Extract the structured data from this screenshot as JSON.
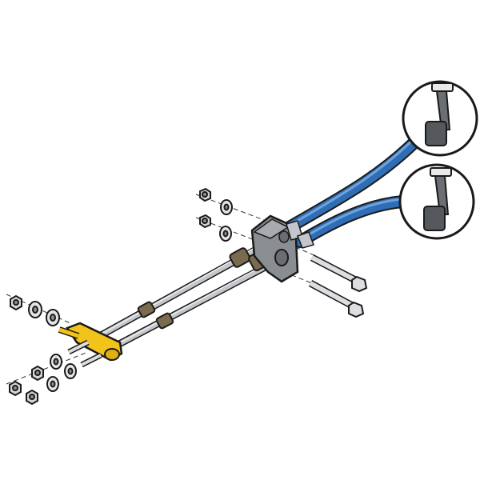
{
  "diagram": {
    "kind": "exploded-view illustration",
    "components": [
      {
        "name": "control-lever-top",
        "icon": "lever-callout"
      },
      {
        "name": "control-lever-bottom",
        "icon": "lever-callout"
      },
      {
        "name": "blue-cable-upper",
        "icon": "cable"
      },
      {
        "name": "blue-cable-lower",
        "icon": "cable"
      },
      {
        "name": "mounting-bracket",
        "icon": "bracket"
      },
      {
        "name": "push-pull-rod-upper",
        "icon": "rod"
      },
      {
        "name": "push-pull-rod-lower",
        "icon": "rod"
      },
      {
        "name": "yellow-connector",
        "icon": "connector"
      },
      {
        "name": "hex-bolts",
        "icon": "bolt"
      },
      {
        "name": "nuts-and-washers",
        "icon": "nut"
      }
    ],
    "colors": {
      "cable": "#2f6db5",
      "cable_highlight": "#6fa3dc",
      "rod": "#b9bcc0",
      "bracket": "#8a8d91",
      "bronze": "#7a6a4e",
      "yellow": "#f2c318",
      "outline": "#1a1a1a",
      "callout_fill": "#ffffff",
      "lever_dark": "#55585c"
    }
  }
}
